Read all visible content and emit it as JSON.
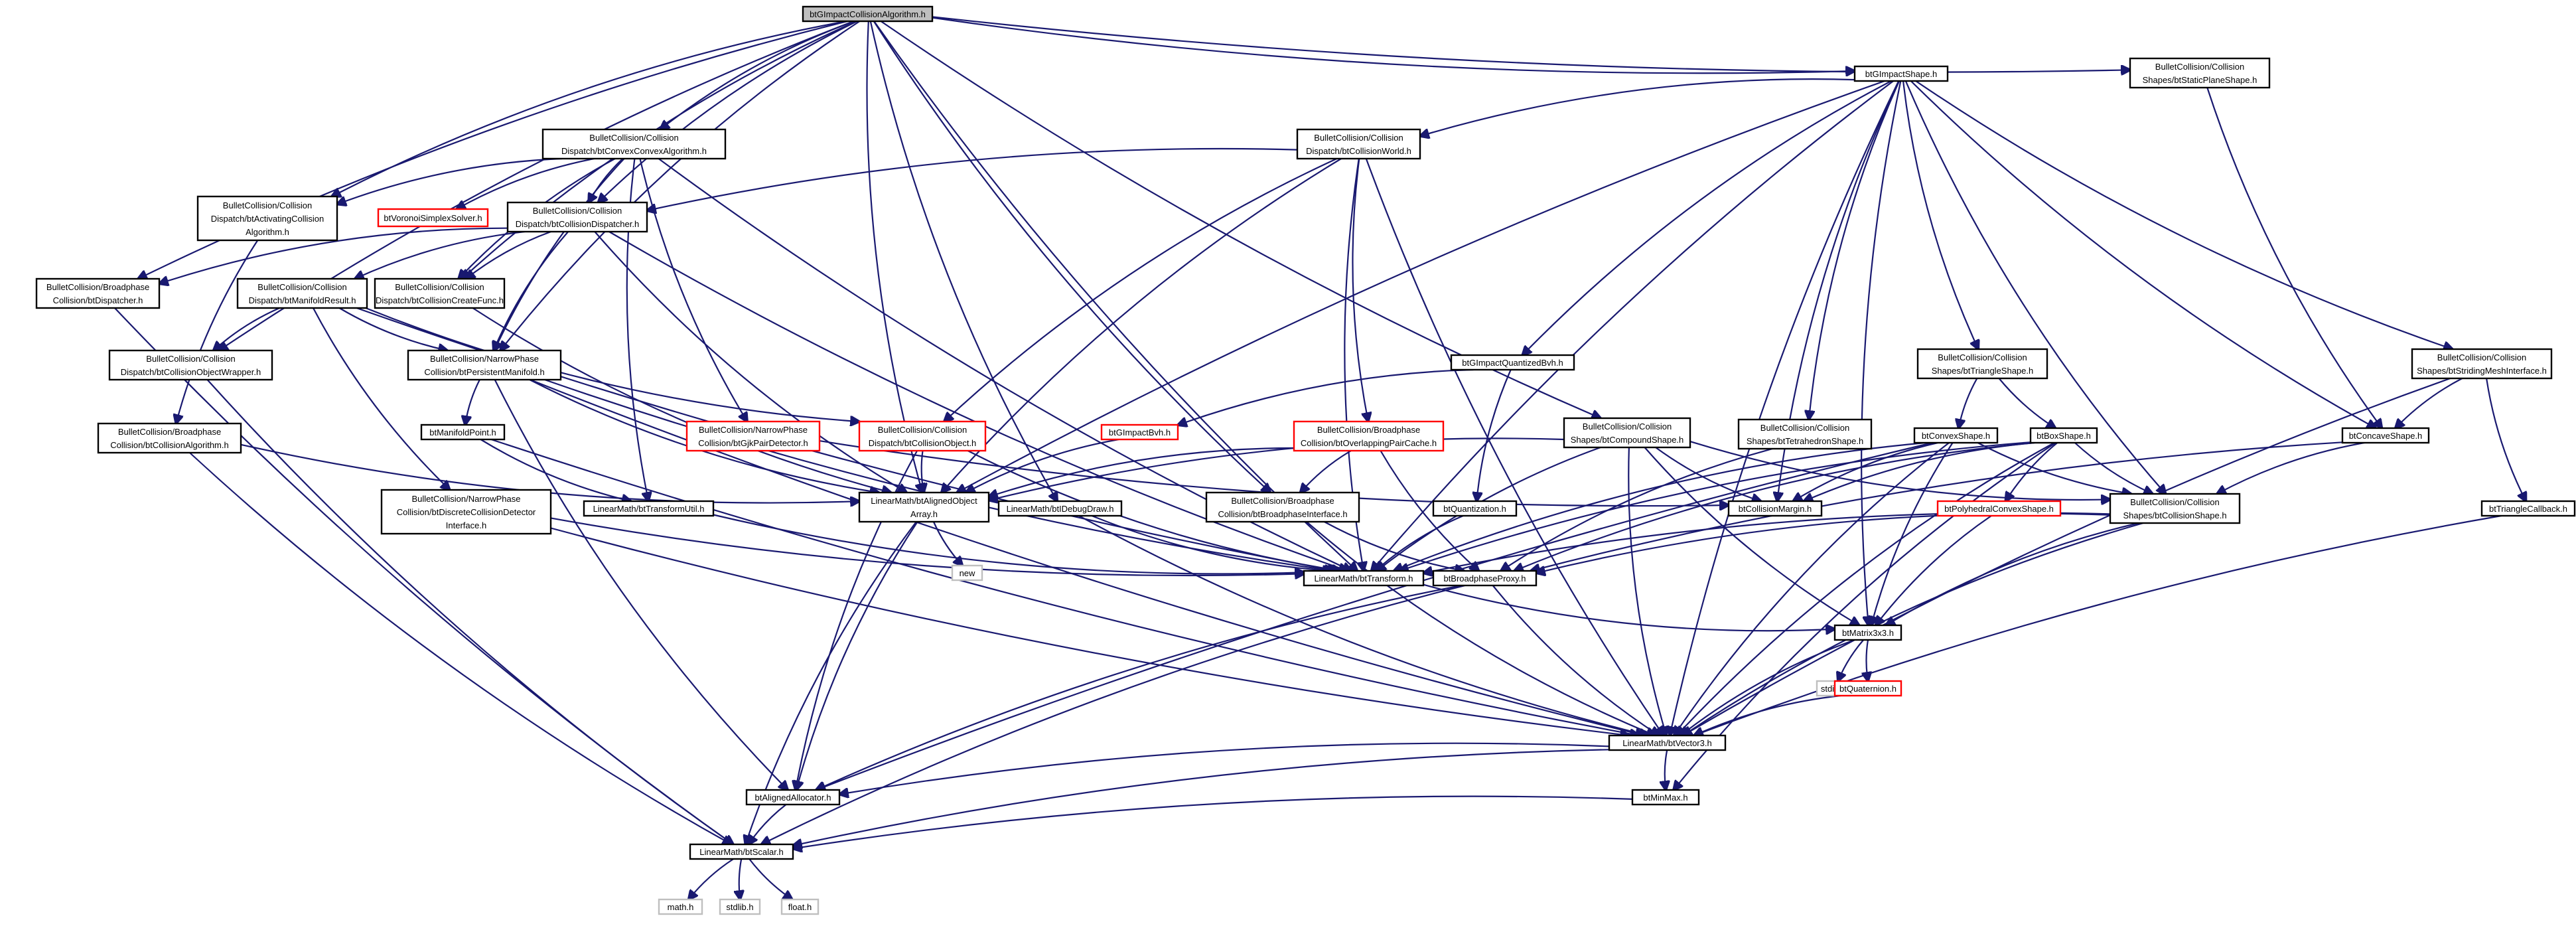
{
  "nodes": [
    {
      "id": "root",
      "lines": [
        "btGImpactCollisionAlgorithm.h"
      ],
      "style": "root"
    },
    {
      "id": "gimpactshape",
      "lines": [
        "btGImpactShape.h"
      ],
      "style": "normal"
    },
    {
      "id": "staticplane",
      "lines": [
        "BulletCollision/Collision",
        "Shapes/btStaticPlaneShape.h"
      ],
      "style": "normal"
    },
    {
      "id": "convexconvex",
      "lines": [
        "BulletCollision/Collision",
        "Dispatch/btConvexConvexAlgorithm.h"
      ],
      "style": "normal"
    },
    {
      "id": "collisionworld",
      "lines": [
        "BulletCollision/Collision",
        "Dispatch/btCollisionWorld.h"
      ],
      "style": "normal"
    },
    {
      "id": "activating",
      "lines": [
        "BulletCollision/Collision",
        "Dispatch/btActivatingCollision",
        "Algorithm.h"
      ],
      "style": "normal"
    },
    {
      "id": "voronoi",
      "lines": [
        "btVoronoiSimplexSolver.h"
      ],
      "style": "red"
    },
    {
      "id": "dispatcherimpl",
      "lines": [
        "BulletCollision/Collision",
        "Dispatch/btCollisionDispatcher.h"
      ],
      "style": "normal"
    },
    {
      "id": "bpdispatcher",
      "lines": [
        "BulletCollision/Broadphase",
        "Collision/btDispatcher.h"
      ],
      "style": "normal"
    },
    {
      "id": "manifoldresult",
      "lines": [
        "BulletCollision/Collision",
        "Dispatch/btManifoldResult.h"
      ],
      "style": "normal"
    },
    {
      "id": "createfunc",
      "lines": [
        "BulletCollision/Collision",
        "Dispatch/btCollisionCreateFunc.h"
      ],
      "style": "normal"
    },
    {
      "id": "objwrapper",
      "lines": [
        "BulletCollision/Collision",
        "Dispatch/btCollisionObjectWrapper.h"
      ],
      "style": "normal"
    },
    {
      "id": "persistent",
      "lines": [
        "BulletCollision/NarrowPhase",
        "Collision/btPersistentManifold.h"
      ],
      "style": "normal"
    },
    {
      "id": "bpalgorithm",
      "lines": [
        "BulletCollision/Broadphase",
        "Collision/btCollisionAlgorithm.h"
      ],
      "style": "normal"
    },
    {
      "id": "manifoldpoint",
      "lines": [
        "btManifoldPoint.h"
      ],
      "style": "normal"
    },
    {
      "id": "gjkpair",
      "lines": [
        "BulletCollision/NarrowPhase",
        "Collision/btGjkPairDetector.h"
      ],
      "style": "red"
    },
    {
      "id": "collobject",
      "lines": [
        "BulletCollision/Collision",
        "Dispatch/btCollisionObject.h"
      ],
      "style": "red"
    },
    {
      "id": "discrete",
      "lines": [
        "BulletCollision/NarrowPhase",
        "Collision/btDiscreteCollisionDetector",
        "Interface.h"
      ],
      "style": "normal"
    },
    {
      "id": "transformutil",
      "lines": [
        "LinearMath/btTransformUtil.h"
      ],
      "style": "normal"
    },
    {
      "id": "alignedarray",
      "lines": [
        "LinearMath/btAlignedObject",
        "Array.h"
      ],
      "style": "normal"
    },
    {
      "id": "new",
      "lines": [
        "new"
      ],
      "style": "grey"
    },
    {
      "id": "debugdraw",
      "lines": [
        "LinearMath/btIDebugDraw.h"
      ],
      "style": "normal"
    },
    {
      "id": "gimpactbvh",
      "lines": [
        "btGImpactBvh.h"
      ],
      "style": "red"
    },
    {
      "id": "quantizedbvh",
      "lines": [
        "btGImpactQuantizedBvh.h"
      ],
      "style": "normal"
    },
    {
      "id": "overlapping",
      "lines": [
        "BulletCollision/Broadphase",
        "Collision/btOverlappingPairCache.h"
      ],
      "style": "red"
    },
    {
      "id": "bpinterface",
      "lines": [
        "BulletCollision/Broadphase",
        "Collision/btBroadphaseInterface.h"
      ],
      "style": "normal"
    },
    {
      "id": "quantization",
      "lines": [
        "btQuantization.h"
      ],
      "style": "normal"
    },
    {
      "id": "compound",
      "lines": [
        "BulletCollision/Collision",
        "Shapes/btCompoundShape.h"
      ],
      "style": "normal"
    },
    {
      "id": "tetrahedron",
      "lines": [
        "BulletCollision/Collision",
        "Shapes/btTetrahedronShape.h"
      ],
      "style": "normal"
    },
    {
      "id": "triangleshape",
      "lines": [
        "BulletCollision/Collision",
        "Shapes/btTriangleShape.h"
      ],
      "style": "normal"
    },
    {
      "id": "convexshape",
      "lines": [
        "btConvexShape.h"
      ],
      "style": "normal"
    },
    {
      "id": "boxshape",
      "lines": [
        "btBoxShape.h"
      ],
      "style": "normal"
    },
    {
      "id": "collisionmargin",
      "lines": [
        "btCollisionMargin.h"
      ],
      "style": "normal"
    },
    {
      "id": "polyhedral",
      "lines": [
        "btPolyhedralConvexShape.h"
      ],
      "style": "red"
    },
    {
      "id": "collisionshape",
      "lines": [
        "BulletCollision/Collision",
        "Shapes/btCollisionShape.h"
      ],
      "style": "normal"
    },
    {
      "id": "stridingmesh",
      "lines": [
        "BulletCollision/Collision",
        "Shapes/btStridingMeshInterface.h"
      ],
      "style": "normal"
    },
    {
      "id": "concave",
      "lines": [
        "btConcaveShape.h"
      ],
      "style": "normal"
    },
    {
      "id": "trianglecallback",
      "lines": [
        "btTriangleCallback.h"
      ],
      "style": "normal"
    },
    {
      "id": "transform",
      "lines": [
        "LinearMath/btTransform.h"
      ],
      "style": "normal"
    },
    {
      "id": "bpproxy",
      "lines": [
        "btBroadphaseProxy.h"
      ],
      "style": "normal"
    },
    {
      "id": "matrix",
      "lines": [
        "btMatrix3x3.h"
      ],
      "style": "normal"
    },
    {
      "id": "stdio",
      "lines": [
        "stdio.h"
      ],
      "style": "grey"
    },
    {
      "id": "quaternion",
      "lines": [
        "btQuaternion.h"
      ],
      "style": "red"
    },
    {
      "id": "vector3",
      "lines": [
        "LinearMath/btVector3.h"
      ],
      "style": "normal"
    },
    {
      "id": "alignedalloc",
      "lines": [
        "btAlignedAllocator.h"
      ],
      "style": "normal"
    },
    {
      "id": "minmax",
      "lines": [
        "btMinMax.h"
      ],
      "style": "normal"
    },
    {
      "id": "scalar",
      "lines": [
        "LinearMath/btScalar.h"
      ],
      "style": "normal"
    },
    {
      "id": "math",
      "lines": [
        "math.h"
      ],
      "style": "grey"
    },
    {
      "id": "stdlib",
      "lines": [
        "stdlib.h"
      ],
      "style": "grey"
    },
    {
      "id": "float",
      "lines": [
        "float.h"
      ],
      "style": "grey"
    }
  ],
  "edges": [
    [
      "root",
      "gimpactshape"
    ],
    [
      "root",
      "staticplane"
    ],
    [
      "root",
      "convexconvex"
    ],
    [
      "root",
      "activating"
    ],
    [
      "root",
      "dispatcherimpl"
    ],
    [
      "root",
      "bpdispatcher"
    ],
    [
      "root",
      "createfunc"
    ],
    [
      "root",
      "objwrapper"
    ],
    [
      "root",
      "persistent"
    ],
    [
      "root",
      "alignedarray"
    ],
    [
      "root",
      "debugdraw"
    ],
    [
      "root",
      "transform"
    ],
    [
      "root",
      "bpinterface"
    ],
    [
      "root",
      "compound"
    ],
    [
      "gimpactshape",
      "collisionworld"
    ],
    [
      "gimpactshape",
      "quantizedbvh"
    ],
    [
      "gimpactshape",
      "tetrahedron"
    ],
    [
      "gimpactshape",
      "triangleshape"
    ],
    [
      "gimpactshape",
      "collisionshape"
    ],
    [
      "gimpactshape",
      "concave"
    ],
    [
      "gimpactshape",
      "stridingmesh"
    ],
    [
      "gimpactshape",
      "alignedarray"
    ],
    [
      "gimpactshape",
      "transform"
    ],
    [
      "gimpactshape",
      "collisionmargin"
    ],
    [
      "gimpactshape",
      "matrix"
    ],
    [
      "gimpactshape",
      "vector3"
    ],
    [
      "staticplane",
      "concave"
    ],
    [
      "convexconvex",
      "activating"
    ],
    [
      "convexconvex",
      "voronoi"
    ],
    [
      "convexconvex",
      "dispatcherimpl"
    ],
    [
      "convexconvex",
      "createfunc"
    ],
    [
      "convexconvex",
      "persistent"
    ],
    [
      "convexconvex",
      "gjkpair"
    ],
    [
      "convexconvex",
      "transformutil"
    ],
    [
      "convexconvex",
      "transform"
    ],
    [
      "collisionworld",
      "dispatcherimpl"
    ],
    [
      "collisionworld",
      "collobject"
    ],
    [
      "collisionworld",
      "alignedarray"
    ],
    [
      "collisionworld",
      "overlapping"
    ],
    [
      "collisionworld",
      "transform"
    ],
    [
      "collisionworld",
      "vector3"
    ],
    [
      "activating",
      "bpalgorithm"
    ],
    [
      "dispatcherimpl",
      "bpdispatcher"
    ],
    [
      "dispatcherimpl",
      "manifoldresult"
    ],
    [
      "dispatcherimpl",
      "createfunc"
    ],
    [
      "dispatcherimpl",
      "persistent"
    ],
    [
      "dispatcherimpl",
      "alignedarray"
    ],
    [
      "dispatcherimpl",
      "transform"
    ],
    [
      "bpdispatcher",
      "scalar"
    ],
    [
      "manifoldresult",
      "objwrapper"
    ],
    [
      "manifoldresult",
      "persistent"
    ],
    [
      "manifoldresult",
      "collobject"
    ],
    [
      "manifoldresult",
      "discrete"
    ],
    [
      "manifoldresult",
      "transform"
    ],
    [
      "createfunc",
      "alignedarray"
    ],
    [
      "objwrapper",
      "scalar"
    ],
    [
      "persistent",
      "manifoldpoint"
    ],
    [
      "persistent",
      "alignedarray"
    ],
    [
      "persistent",
      "vector3"
    ],
    [
      "persistent",
      "alignedalloc"
    ],
    [
      "persistent",
      "transform"
    ],
    [
      "bpalgorithm",
      "alignedarray"
    ],
    [
      "bpalgorithm",
      "scalar"
    ],
    [
      "manifoldpoint",
      "transformutil"
    ],
    [
      "manifoldpoint",
      "vector3"
    ],
    [
      "gjkpair",
      "collisionmargin"
    ],
    [
      "collobject",
      "alignedarray"
    ],
    [
      "collobject",
      "alignedalloc"
    ],
    [
      "collobject",
      "transform"
    ],
    [
      "discrete",
      "transform"
    ],
    [
      "discrete",
      "vector3"
    ],
    [
      "transformutil",
      "transform"
    ],
    [
      "alignedarray",
      "new"
    ],
    [
      "alignedarray",
      "alignedalloc"
    ],
    [
      "alignedarray",
      "scalar"
    ],
    [
      "debugdraw",
      "transform"
    ],
    [
      "debugdraw",
      "vector3"
    ],
    [
      "gimpactbvh",
      "alignedarray"
    ],
    [
      "quantizedbvh",
      "gimpactbvh"
    ],
    [
      "quantizedbvh",
      "quantization"
    ],
    [
      "overlapping",
      "alignedarray"
    ],
    [
      "overlapping",
      "bpinterface"
    ],
    [
      "overlapping",
      "bpproxy"
    ],
    [
      "bpinterface",
      "bpproxy"
    ],
    [
      "bpinterface",
      "vector3"
    ],
    [
      "quantization",
      "transform"
    ],
    [
      "compound",
      "alignedarray"
    ],
    [
      "compound",
      "collisionmargin"
    ],
    [
      "compound",
      "collisionshape"
    ],
    [
      "compound",
      "transform"
    ],
    [
      "compound",
      "matrix"
    ],
    [
      "compound",
      "vector3"
    ],
    [
      "tetrahedron",
      "bpproxy"
    ],
    [
      "triangleshape",
      "convexshape"
    ],
    [
      "triangleshape",
      "boxshape"
    ],
    [
      "convexshape",
      "collisionshape"
    ],
    [
      "convexshape",
      "collisionmargin"
    ],
    [
      "convexshape",
      "transform"
    ],
    [
      "convexshape",
      "matrix"
    ],
    [
      "convexshape",
      "vector3"
    ],
    [
      "convexshape",
      "alignedalloc"
    ],
    [
      "boxshape",
      "polyhedral"
    ],
    [
      "boxshape",
      "collisionshape"
    ],
    [
      "boxshape",
      "collisionmargin"
    ],
    [
      "boxshape",
      "bpproxy"
    ],
    [
      "boxshape",
      "transform"
    ],
    [
      "boxshape",
      "vector3"
    ],
    [
      "boxshape",
      "minmax"
    ],
    [
      "polyhedral",
      "matrix"
    ],
    [
      "collisionshape",
      "transform"
    ],
    [
      "collisionshape",
      "vector3"
    ],
    [
      "collisionshape",
      "matrix"
    ],
    [
      "collisionshape",
      "bpproxy"
    ],
    [
      "stridingmesh",
      "concave"
    ],
    [
      "stridingmesh",
      "trianglecallback"
    ],
    [
      "stridingmesh",
      "vector3"
    ],
    [
      "concave",
      "collisionshape"
    ],
    [
      "concave",
      "bpproxy"
    ],
    [
      "trianglecallback",
      "vector3"
    ],
    [
      "transform",
      "matrix"
    ],
    [
      "bpproxy",
      "vector3"
    ],
    [
      "bpproxy",
      "alignedalloc"
    ],
    [
      "bpproxy",
      "scalar"
    ],
    [
      "matrix",
      "vector3"
    ],
    [
      "matrix",
      "quaternion"
    ],
    [
      "matrix",
      "stdio"
    ],
    [
      "quaternion",
      "vector3"
    ],
    [
      "vector3",
      "scalar"
    ],
    [
      "vector3",
      "minmax"
    ],
    [
      "vector3",
      "alignedalloc"
    ],
    [
      "alignedalloc",
      "scalar"
    ],
    [
      "minmax",
      "scalar"
    ],
    [
      "scalar",
      "math"
    ],
    [
      "scalar",
      "stdlib"
    ],
    [
      "scalar",
      "float"
    ]
  ]
}
